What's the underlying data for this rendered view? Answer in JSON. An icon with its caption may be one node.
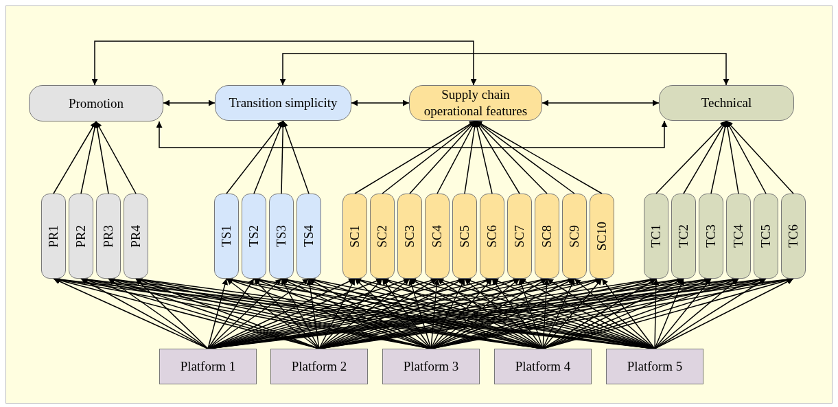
{
  "diagram": {
    "nodes": [
      {
        "text": [
          "Promotion"
        ]
      },
      {
        "text": [
          "Transition simplicity"
        ]
      },
      {
        "text": [
          "Supply chain operational features"
        ]
      },
      {
        "text": [
          "Technical"
        ]
      },
      {
        "text": [
          "PR1"
        ]
      },
      {
        "text": [
          "PR2"
        ]
      },
      {
        "text": [
          "PR3"
        ]
      },
      {
        "text": [
          "PR4"
        ]
      },
      {
        "text": [
          "TS1"
        ]
      },
      {
        "text": [
          "TS2"
        ]
      },
      {
        "text": [
          "TS3"
        ]
      },
      {
        "text": [
          "TS4"
        ]
      },
      {
        "text": [
          "SC1"
        ]
      },
      {
        "text": [
          "SC2"
        ]
      },
      {
        "text": [
          "SC3"
        ]
      },
      {
        "text": [
          "SC4"
        ]
      },
      {
        "text": [
          "SC5"
        ]
      },
      {
        "text": [
          "SC6"
        ]
      },
      {
        "text": [
          "SC7"
        ]
      },
      {
        "text": [
          "SC8"
        ]
      },
      {
        "text": [
          "SC9"
        ]
      },
      {
        "text": [
          "SC10"
        ]
      },
      {
        "text": [
          "TC1"
        ]
      },
      {
        "text": [
          "TC2"
        ]
      },
      {
        "text": [
          "TC3"
        ]
      },
      {
        "text": [
          "TC4"
        ]
      },
      {
        "text": [
          "TC5"
        ]
      },
      {
        "text": [
          "TC6"
        ]
      },
      {
        "text": [
          "Platform 1"
        ]
      },
      {
        "text": [
          "Platform 2"
        ]
      },
      {
        "text": [
          "Platform 3"
        ]
      },
      {
        "text": [
          "Platform 4"
        ]
      },
      {
        "text": [
          "Platform 5"
        ]
      }
    ],
    "edges": [
      {
        "from": 0,
        "to": 1,
        "arrow": "both"
      },
      {
        "from": 1,
        "to": 2,
        "arrow": "both"
      },
      {
        "from": 2,
        "to": 3,
        "arrow": "both"
      },
      {
        "from": 0,
        "to": 2,
        "arrow": "both"
      },
      {
        "from": 1,
        "to": 3,
        "arrow": "both"
      },
      {
        "from": 0,
        "to": 3,
        "arrow": "both"
      },
      {
        "from": 4,
        "to": 0,
        "arrow": "to"
      },
      {
        "from": 5,
        "to": 0,
        "arrow": "to"
      },
      {
        "from": 6,
        "to": 0,
        "arrow": "to"
      },
      {
        "from": 7,
        "to": 0,
        "arrow": "to"
      },
      {
        "from": 8,
        "to": 1,
        "arrow": "to"
      },
      {
        "from": 9,
        "to": 1,
        "arrow": "to"
      },
      {
        "from": 10,
        "to": 1,
        "arrow": "to"
      },
      {
        "from": 11,
        "to": 1,
        "arrow": "to"
      },
      {
        "from": 12,
        "to": 2,
        "arrow": "to"
      },
      {
        "from": 13,
        "to": 2,
        "arrow": "to"
      },
      {
        "from": 14,
        "to": 2,
        "arrow": "to"
      },
      {
        "from": 15,
        "to": 2,
        "arrow": "to"
      },
      {
        "from": 16,
        "to": 2,
        "arrow": "to"
      },
      {
        "from": 17,
        "to": 2,
        "arrow": "to"
      },
      {
        "from": 18,
        "to": 2,
        "arrow": "to"
      },
      {
        "from": 19,
        "to": 2,
        "arrow": "to"
      },
      {
        "from": 20,
        "to": 2,
        "arrow": "to"
      },
      {
        "from": 21,
        "to": 2,
        "arrow": "to"
      },
      {
        "from": 22,
        "to": 3,
        "arrow": "to"
      },
      {
        "from": 23,
        "to": 3,
        "arrow": "to"
      },
      {
        "from": 24,
        "to": 3,
        "arrow": "to"
      },
      {
        "from": 25,
        "to": 3,
        "arrow": "to"
      },
      {
        "from": 26,
        "to": 3,
        "arrow": "to"
      },
      {
        "from": 27,
        "to": 3,
        "arrow": "to"
      },
      {
        "from": 28,
        "to": 4,
        "arrow": "to"
      },
      {
        "from": 28,
        "to": 5,
        "arrow": "to"
      },
      {
        "from": 28,
        "to": 6,
        "arrow": "to"
      },
      {
        "from": 28,
        "to": 7,
        "arrow": "to"
      },
      {
        "from": 28,
        "to": 8,
        "arrow": "to"
      },
      {
        "from": 28,
        "to": 9,
        "arrow": "to"
      },
      {
        "from": 28,
        "to": 10,
        "arrow": "to"
      },
      {
        "from": 28,
        "to": 11,
        "arrow": "to"
      },
      {
        "from": 28,
        "to": 12,
        "arrow": "to"
      },
      {
        "from": 28,
        "to": 13,
        "arrow": "to"
      },
      {
        "from": 28,
        "to": 14,
        "arrow": "to"
      },
      {
        "from": 28,
        "to": 15,
        "arrow": "to"
      },
      {
        "from": 28,
        "to": 16,
        "arrow": "to"
      },
      {
        "from": 28,
        "to": 17,
        "arrow": "to"
      },
      {
        "from": 28,
        "to": 18,
        "arrow": "to"
      },
      {
        "from": 28,
        "to": 19,
        "arrow": "to"
      },
      {
        "from": 28,
        "to": 20,
        "arrow": "to"
      },
      {
        "from": 28,
        "to": 21,
        "arrow": "to"
      },
      {
        "from": 28,
        "to": 22,
        "arrow": "to"
      },
      {
        "from": 28,
        "to": 23,
        "arrow": "to"
      },
      {
        "from": 28,
        "to": 24,
        "arrow": "to"
      },
      {
        "from": 28,
        "to": 25,
        "arrow": "to"
      },
      {
        "from": 28,
        "to": 26,
        "arrow": "to"
      },
      {
        "from": 28,
        "to": 27,
        "arrow": "to"
      },
      {
        "from": 29,
        "to": 4,
        "arrow": "to"
      },
      {
        "from": 29,
        "to": 5,
        "arrow": "to"
      },
      {
        "from": 29,
        "to": 6,
        "arrow": "to"
      },
      {
        "from": 29,
        "to": 7,
        "arrow": "to"
      },
      {
        "from": 29,
        "to": 8,
        "arrow": "to"
      },
      {
        "from": 29,
        "to": 9,
        "arrow": "to"
      },
      {
        "from": 29,
        "to": 10,
        "arrow": "to"
      },
      {
        "from": 29,
        "to": 11,
        "arrow": "to"
      },
      {
        "from": 29,
        "to": 12,
        "arrow": "to"
      },
      {
        "from": 29,
        "to": 13,
        "arrow": "to"
      },
      {
        "from": 29,
        "to": 14,
        "arrow": "to"
      },
      {
        "from": 29,
        "to": 15,
        "arrow": "to"
      },
      {
        "from": 29,
        "to": 16,
        "arrow": "to"
      },
      {
        "from": 29,
        "to": 17,
        "arrow": "to"
      },
      {
        "from": 29,
        "to": 18,
        "arrow": "to"
      },
      {
        "from": 29,
        "to": 19,
        "arrow": "to"
      },
      {
        "from": 29,
        "to": 20,
        "arrow": "to"
      },
      {
        "from": 29,
        "to": 21,
        "arrow": "to"
      },
      {
        "from": 29,
        "to": 22,
        "arrow": "to"
      },
      {
        "from": 29,
        "to": 23,
        "arrow": "to"
      },
      {
        "from": 29,
        "to": 24,
        "arrow": "to"
      },
      {
        "from": 29,
        "to": 25,
        "arrow": "to"
      },
      {
        "from": 29,
        "to": 26,
        "arrow": "to"
      },
      {
        "from": 29,
        "to": 27,
        "arrow": "to"
      },
      {
        "from": 30,
        "to": 4,
        "arrow": "to"
      },
      {
        "from": 30,
        "to": 5,
        "arrow": "to"
      },
      {
        "from": 30,
        "to": 6,
        "arrow": "to"
      },
      {
        "from": 30,
        "to": 7,
        "arrow": "to"
      },
      {
        "from": 30,
        "to": 8,
        "arrow": "to"
      },
      {
        "from": 30,
        "to": 9,
        "arrow": "to"
      },
      {
        "from": 30,
        "to": 10,
        "arrow": "to"
      },
      {
        "from": 30,
        "to": 11,
        "arrow": "to"
      },
      {
        "from": 30,
        "to": 12,
        "arrow": "to"
      },
      {
        "from": 30,
        "to": 13,
        "arrow": "to"
      },
      {
        "from": 30,
        "to": 14,
        "arrow": "to"
      },
      {
        "from": 30,
        "to": 15,
        "arrow": "to"
      },
      {
        "from": 30,
        "to": 16,
        "arrow": "to"
      },
      {
        "from": 30,
        "to": 17,
        "arrow": "to"
      },
      {
        "from": 30,
        "to": 18,
        "arrow": "to"
      },
      {
        "from": 30,
        "to": 19,
        "arrow": "to"
      },
      {
        "from": 30,
        "to": 20,
        "arrow": "to"
      },
      {
        "from": 30,
        "to": 21,
        "arrow": "to"
      },
      {
        "from": 30,
        "to": 22,
        "arrow": "to"
      },
      {
        "from": 30,
        "to": 23,
        "arrow": "to"
      },
      {
        "from": 30,
        "to": 24,
        "arrow": "to"
      },
      {
        "from": 30,
        "to": 25,
        "arrow": "to"
      },
      {
        "from": 30,
        "to": 26,
        "arrow": "to"
      },
      {
        "from": 30,
        "to": 27,
        "arrow": "to"
      },
      {
        "from": 31,
        "to": 4,
        "arrow": "to"
      },
      {
        "from": 31,
        "to": 5,
        "arrow": "to"
      },
      {
        "from": 31,
        "to": 6,
        "arrow": "to"
      },
      {
        "from": 31,
        "to": 7,
        "arrow": "to"
      },
      {
        "from": 31,
        "to": 8,
        "arrow": "to"
      },
      {
        "from": 31,
        "to": 9,
        "arrow": "to"
      },
      {
        "from": 31,
        "to": 10,
        "arrow": "to"
      },
      {
        "from": 31,
        "to": 11,
        "arrow": "to"
      },
      {
        "from": 31,
        "to": 12,
        "arrow": "to"
      },
      {
        "from": 31,
        "to": 13,
        "arrow": "to"
      },
      {
        "from": 31,
        "to": 14,
        "arrow": "to"
      },
      {
        "from": 31,
        "to": 15,
        "arrow": "to"
      },
      {
        "from": 31,
        "to": 16,
        "arrow": "to"
      },
      {
        "from": 31,
        "to": 17,
        "arrow": "to"
      },
      {
        "from": 31,
        "to": 18,
        "arrow": "to"
      },
      {
        "from": 31,
        "to": 19,
        "arrow": "to"
      },
      {
        "from": 31,
        "to": 20,
        "arrow": "to"
      },
      {
        "from": 31,
        "to": 21,
        "arrow": "to"
      },
      {
        "from": 31,
        "to": 22,
        "arrow": "to"
      },
      {
        "from": 31,
        "to": 23,
        "arrow": "to"
      },
      {
        "from": 31,
        "to": 24,
        "arrow": "to"
      },
      {
        "from": 31,
        "to": 25,
        "arrow": "to"
      },
      {
        "from": 31,
        "to": 26,
        "arrow": "to"
      },
      {
        "from": 31,
        "to": 27,
        "arrow": "to"
      },
      {
        "from": 32,
        "to": 4,
        "arrow": "to"
      },
      {
        "from": 32,
        "to": 5,
        "arrow": "to"
      },
      {
        "from": 32,
        "to": 6,
        "arrow": "to"
      },
      {
        "from": 32,
        "to": 7,
        "arrow": "to"
      },
      {
        "from": 32,
        "to": 8,
        "arrow": "to"
      },
      {
        "from": 32,
        "to": 9,
        "arrow": "to"
      },
      {
        "from": 32,
        "to": 10,
        "arrow": "to"
      },
      {
        "from": 32,
        "to": 11,
        "arrow": "to"
      },
      {
        "from": 32,
        "to": 12,
        "arrow": "to"
      },
      {
        "from": 32,
        "to": 13,
        "arrow": "to"
      },
      {
        "from": 32,
        "to": 14,
        "arrow": "to"
      },
      {
        "from": 32,
        "to": 15,
        "arrow": "to"
      },
      {
        "from": 32,
        "to": 16,
        "arrow": "to"
      },
      {
        "from": 32,
        "to": 17,
        "arrow": "to"
      },
      {
        "from": 32,
        "to": 18,
        "arrow": "to"
      },
      {
        "from": 32,
        "to": 19,
        "arrow": "to"
      },
      {
        "from": 32,
        "to": 20,
        "arrow": "to"
      },
      {
        "from": 32,
        "to": 21,
        "arrow": "to"
      },
      {
        "from": 32,
        "to": 22,
        "arrow": "to"
      },
      {
        "from": 32,
        "to": 23,
        "arrow": "to"
      },
      {
        "from": 32,
        "to": 24,
        "arrow": "to"
      },
      {
        "from": 32,
        "to": 25,
        "arrow": "to"
      },
      {
        "from": 32,
        "to": 26,
        "arrow": "to"
      },
      {
        "from": 32,
        "to": 27,
        "arrow": "to"
      }
    ]
  }
}
